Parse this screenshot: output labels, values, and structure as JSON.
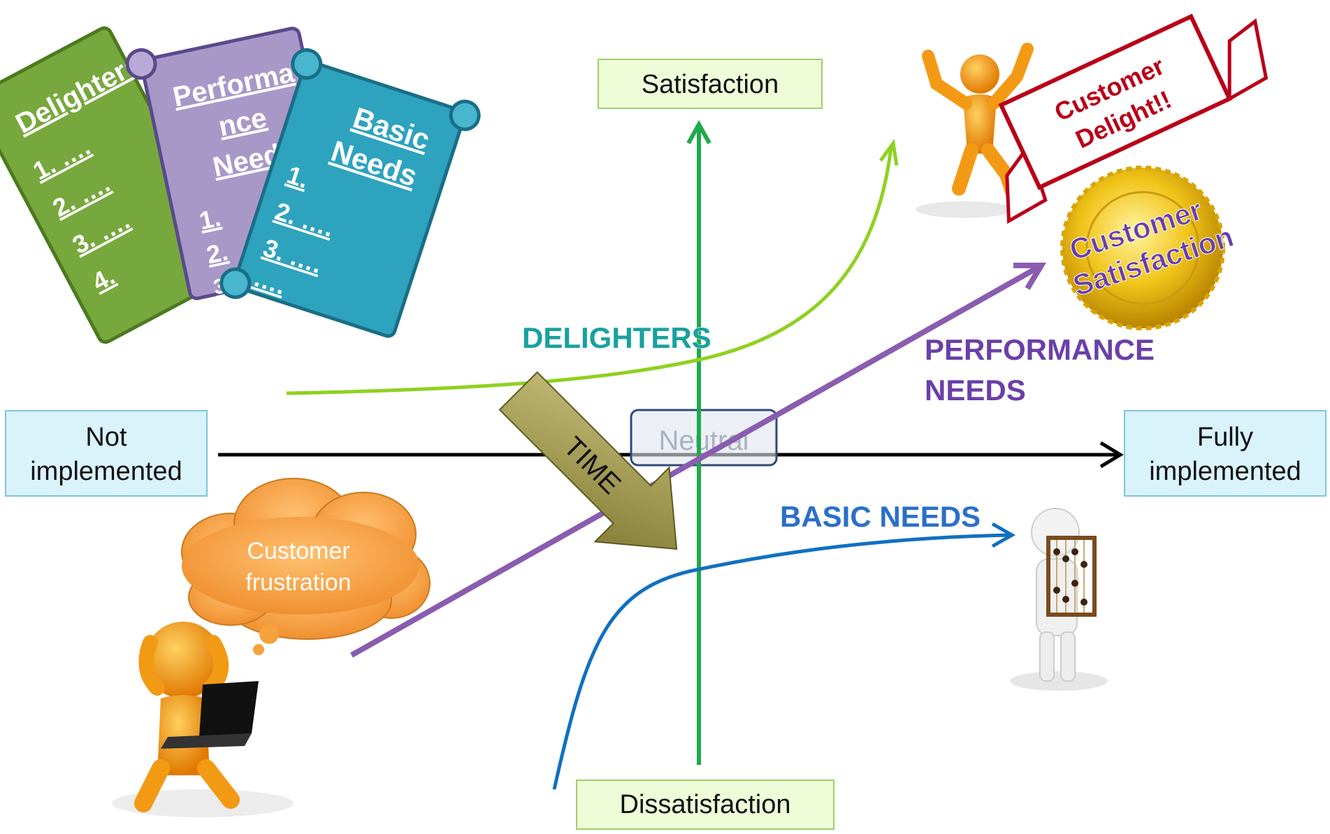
{
  "axes": {
    "top": "Satisfaction",
    "bottom": "Dissatisfaction",
    "left_line1": "Not",
    "left_line2": "implemented",
    "right_line1": "Fully",
    "right_line2": "implemented",
    "center": "Neutral"
  },
  "curves": {
    "delighters": "DELIGHTERS",
    "performance_line1": "PERFORMANCE",
    "performance_line2": "NEEDS",
    "basic": "BASIC NEEDS",
    "time": "TIME"
  },
  "badges": {
    "banner_line1": "Customer",
    "banner_line2": "Delight!!",
    "seal_line1": "Customer",
    "seal_line2": "Satisfaction",
    "cloud_line1": "Customer",
    "cloud_line2": "frustration"
  },
  "scrolls": {
    "delighters": {
      "title": "Delighters",
      "items": [
        "1.  ….",
        "2.  ….",
        "3.  ….",
        "4."
      ]
    },
    "performance": {
      "title_line1": "Performa",
      "title_line2": "nce",
      "title_line3": "Needs",
      "items": [
        "1.",
        "2.",
        "3.4"
      ]
    },
    "basic": {
      "title_line1": "Basic",
      "title_line2": "Needs",
      "items": [
        "1.",
        "2.  ….",
        "3.  ….",
        "  …."
      ]
    }
  },
  "colors": {
    "satisfaction_axis": "#1faa4a",
    "delighters_curve": "#8fd11f",
    "performance_line": "#8a5cb0",
    "basic_curve": "#1070c0",
    "delighters_text": "#1aa0a0",
    "performance_text": "#6a3fa8",
    "basic_text": "#2a70c8",
    "scroll_green": "#77a83e",
    "scroll_purple": "#a898c8",
    "scroll_teal": "#2ea3be",
    "cloud": "#f6a23c",
    "person_orange": "#f39a14"
  }
}
